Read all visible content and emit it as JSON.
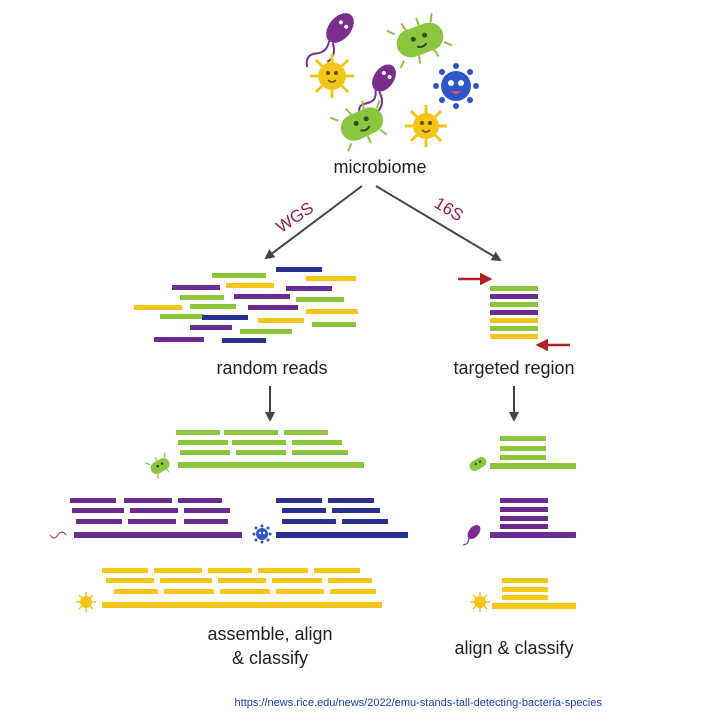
{
  "title": "microbiome",
  "branches": {
    "left": "WGS",
    "right": "16S"
  },
  "labels": {
    "random_reads": "random reads",
    "targeted_region": "targeted region",
    "assemble_line1": "assemble, align",
    "assemble_line2": "& classify",
    "align_classify": "align & classify"
  },
  "credit": "https://news.rice.edu/news/2022/emu-stands-tall-detecting-bacteria-species",
  "colors": {
    "green": "#8cc63f",
    "purple": "#6a2c91",
    "navy": "#2b2f8f",
    "yellow": "#f4c518",
    "arrow_red": "#b2202a",
    "arrow_dark": "#444444"
  },
  "microbes": [
    "purple-flagellate-icon",
    "green-rod-bacterium-icon",
    "yellow-spiky-bacterium-icon",
    "blue-virus-icon"
  ]
}
